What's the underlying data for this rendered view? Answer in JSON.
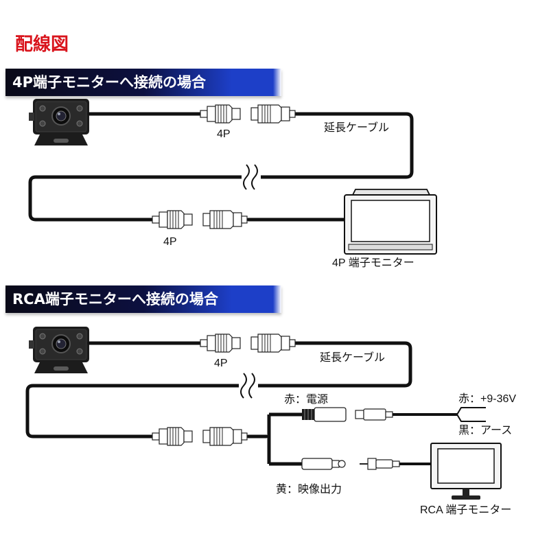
{
  "title": "配線図",
  "section_4p": {
    "banner": "4P端子モニターへ接続の場合",
    "connector_label_top": "4P",
    "connector_label_bottom": "4P",
    "extension_cable_label": "延長ケーブル",
    "monitor_label": "4P 端子モニター"
  },
  "section_rca": {
    "banner": "RCA端子モニターへ接続の場合",
    "connector_label": "4P",
    "extension_cable_label": "延長ケーブル",
    "power_label": "赤：電源",
    "video_label": "黄：映像出力",
    "power_positive_label": "赤：+9-36V",
    "ground_label": "黒：アース",
    "monitor_label": "RCA 端子モニター"
  },
  "colors": {
    "title": "#d9141c",
    "cable": "#111111",
    "banner_accent": "#1d3fc8",
    "red_wire": "#d9141c",
    "yellow_wire": "#e0b000"
  }
}
